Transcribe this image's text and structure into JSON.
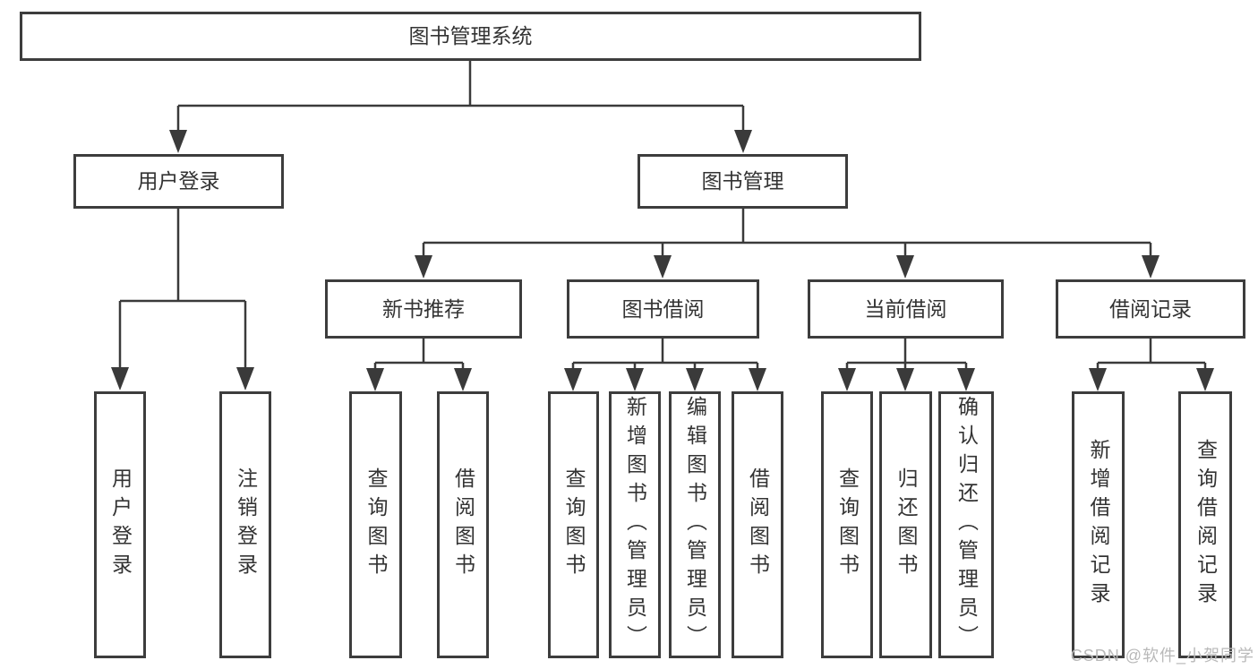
{
  "colors": {
    "line": "#3a3a3a",
    "box_border": "#3d3d3d",
    "text": "#333333",
    "watermark": "#b9b9b9",
    "background": "#ffffff"
  },
  "nodes": {
    "root": "图书管理系统",
    "user_login": "用户登录",
    "book_mgmt": "图书管理",
    "new_book_rec": "新书推荐",
    "book_borrow": "图书借阅",
    "current_borrow": "当前借阅",
    "borrow_record": "借阅记录",
    "leaf_user_login": "用户登录",
    "leaf_logout": "注销登录",
    "nbr_query": "查询图书",
    "nbr_borrow": "借阅图书",
    "bb_query": "查询图书",
    "bb_add": "新增图书（管理员）",
    "bb_edit": "编辑图书（管理员）",
    "bb_borrow": "借阅图书",
    "cb_query": "查询图书",
    "cb_return": "归还图书",
    "cb_confirm": "确认归还（管理员）",
    "br_add": "新增借阅记录",
    "br_query": "查询借阅记录"
  },
  "watermark": "CSDN @软件_小贺同学"
}
